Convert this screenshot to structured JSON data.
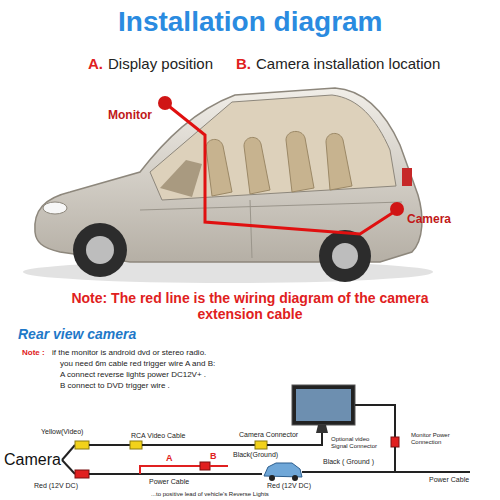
{
  "diagram": {
    "title": "Installation diagram",
    "labels": [
      "A.",
      "Display position",
      "B.",
      "Camera installation location",
      "Monitor",
      "Camera",
      "Note: The red line is the wiring diagram of the camera extension cable",
      "Rear view camera",
      "Note :",
      "if the monitor is android dvd or stereo radio.",
      "you need 6m cable red trigger wire A and B:",
      "A connect reverse lights power DC12V+ .",
      "B connect to DVD trigger wire .",
      "Camera",
      "Yellow(Video)",
      "RCA Video Cable",
      "Camera Connector",
      "Optional video Signal Connector",
      "Monitor Power Connection",
      "A",
      "B",
      "Black(Ground)",
      "Black ( Ground )",
      "Red (12V DC)",
      "Power Cable",
      "Red (12V DC)",
      "Power Cable",
      "...to positive lead of vehicle's Reverse Lights"
    ]
  }
}
